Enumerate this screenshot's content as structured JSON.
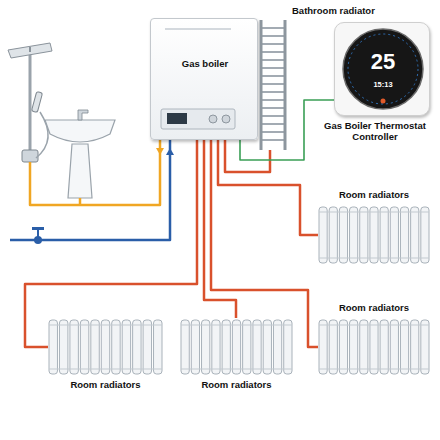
{
  "diagram": {
    "nodes": [
      {
        "text": [
          "Gas boiler"
        ]
      },
      {
        "text": [
          "Bathroom radiator"
        ]
      },
      {
        "text": [
          "Gas Boiler Thermostat Controller",
          "25",
          "15:13"
        ]
      },
      {
        "text": [
          "Room radiators"
        ]
      },
      {
        "text": [
          "Room radiators"
        ]
      },
      {
        "text": [
          "Room radiators"
        ]
      },
      {
        "text": [
          "Room radiators"
        ]
      }
    ],
    "edges": [
      {
        "from": 0,
        "to": 1,
        "arrow": "none"
      },
      {
        "from": 0,
        "to": 3,
        "arrow": "none"
      },
      {
        "from": 0,
        "to": 4,
        "arrow": "none"
      },
      {
        "from": 0,
        "to": 5,
        "arrow": "none"
      },
      {
        "from": 0,
        "to": 6,
        "arrow": "none"
      },
      {
        "from": 2,
        "to": 0,
        "arrow": "none"
      }
    ]
  }
}
